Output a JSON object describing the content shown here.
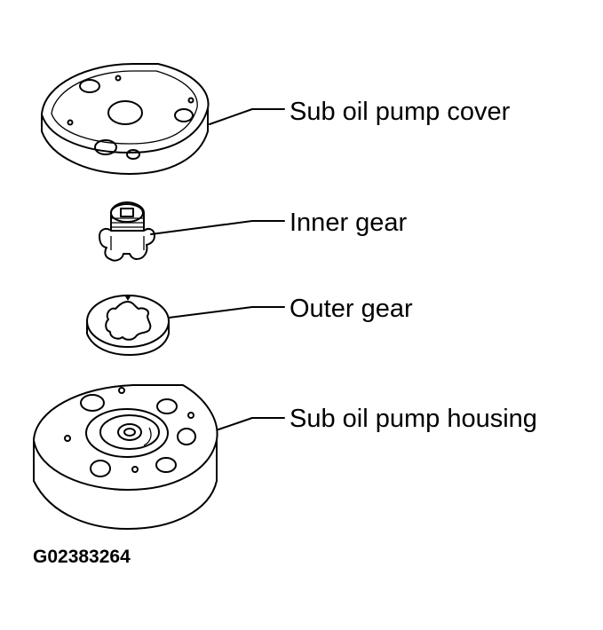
{
  "labels": {
    "cover": "Sub oil pump cover",
    "inner_gear": "Inner gear",
    "outer_gear": "Outer gear",
    "housing": "Sub oil pump housing"
  },
  "figure_code": "G02383264"
}
